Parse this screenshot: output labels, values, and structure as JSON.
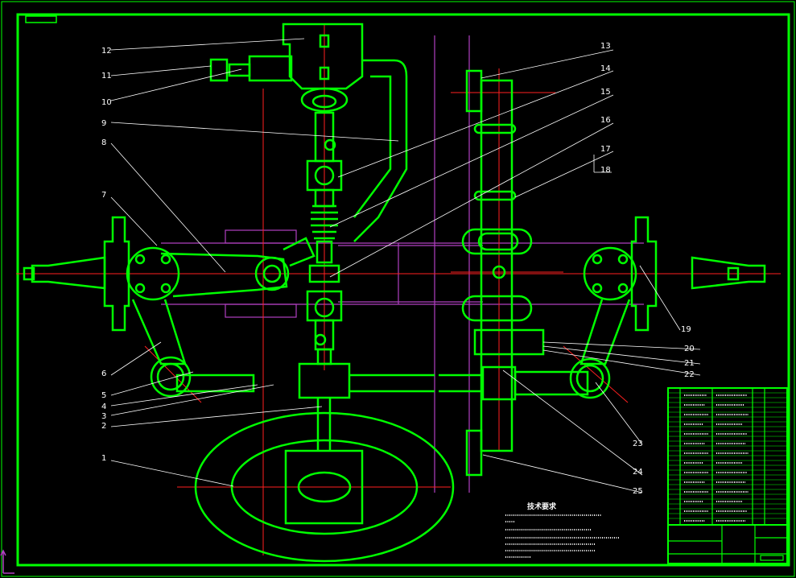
{
  "drawing": {
    "colors": {
      "background": "#000000",
      "frame": "#00ff00",
      "centerline": "#ff2020",
      "hidden": "#b040c0",
      "leader": "#ffffff"
    },
    "callouts": [
      "1",
      "2",
      "3",
      "4",
      "5",
      "6",
      "7",
      "8",
      "9",
      "10",
      "11",
      "12",
      "13",
      "14",
      "15",
      "16",
      "17",
      "18",
      "19",
      "20",
      "21",
      "22",
      "23",
      "24",
      "25"
    ],
    "notes_title": "技术要求"
  }
}
